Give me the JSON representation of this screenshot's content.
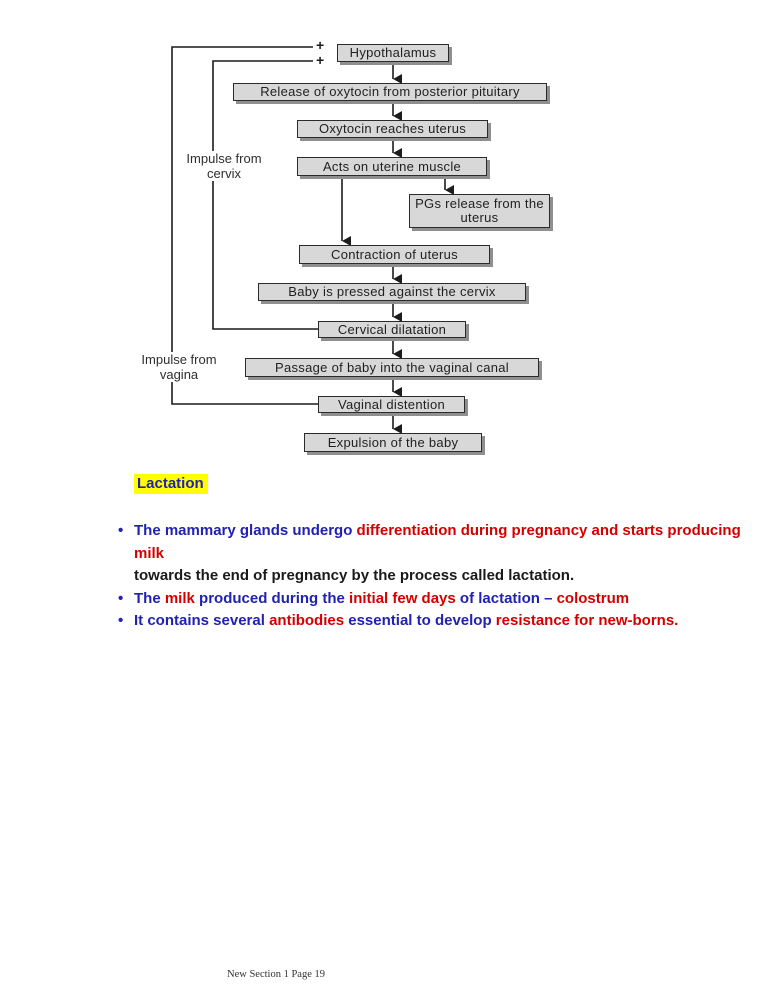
{
  "colors": {
    "blue": "#2121b2",
    "red": "#d40000",
    "highlight": "#ffff00",
    "box_fill": "#d8d8d8",
    "box_border": "#2b2b2b",
    "box_shadow": "#8f8f8f",
    "line": "#1c1c1c"
  },
  "flowchart": {
    "plus_top": "+",
    "plus_bottom": "+",
    "side_labels": {
      "cervix": {
        "line1": "Impulse from",
        "line2": "cervix"
      },
      "vagina": {
        "line1": "Impulse from",
        "line2": "vagina"
      }
    },
    "boxes": [
      {
        "label": "Hypothalamus"
      },
      {
        "label": "Release of oxytocin from posterior pituitary"
      },
      {
        "label": "Oxytocin reaches uterus"
      },
      {
        "label": "Acts on uterine muscle"
      },
      {
        "label": "PGs release from the uterus"
      },
      {
        "label": "Contraction of uterus"
      },
      {
        "label": "Baby is pressed against the cervix"
      },
      {
        "label": "Cervical dilatation"
      },
      {
        "label": "Passage of baby into the vaginal canal"
      },
      {
        "label": "Vaginal distention"
      },
      {
        "label": "Expulsion of the baby"
      }
    ]
  },
  "notes": {
    "heading": "Lactation",
    "bullets": [
      {
        "lines": [
          [
            {
              "t": "The mammary glands undergo ",
              "c": "blue"
            },
            {
              "t": "differentiation during pregnancy and starts producing",
              "c": "red"
            }
          ],
          [
            {
              "t": "milk",
              "c": "red"
            }
          ],
          [
            {
              "t": "towards the end of pregnancy by the process called lactation.",
              "c": "black"
            }
          ]
        ]
      },
      {
        "lines": [
          [
            {
              "t": "The ",
              "c": "blue"
            },
            {
              "t": "milk",
              "c": "red"
            },
            {
              "t": " produced during the ",
              "c": "blue"
            },
            {
              "t": "initial few days",
              "c": "red"
            },
            {
              "t": " of lactation – ",
              "c": "blue"
            },
            {
              "t": "colostrum",
              "c": "red"
            }
          ]
        ]
      },
      {
        "lines": [
          [
            {
              "t": "It contains several ",
              "c": "blue"
            },
            {
              "t": "antibodies",
              "c": "red"
            },
            {
              "t": " essential to develop ",
              "c": "blue"
            },
            {
              "t": "resistance for new-borns.",
              "c": "red"
            }
          ]
        ]
      }
    ]
  },
  "footer": {
    "text": "New Section 1 Page 19"
  }
}
